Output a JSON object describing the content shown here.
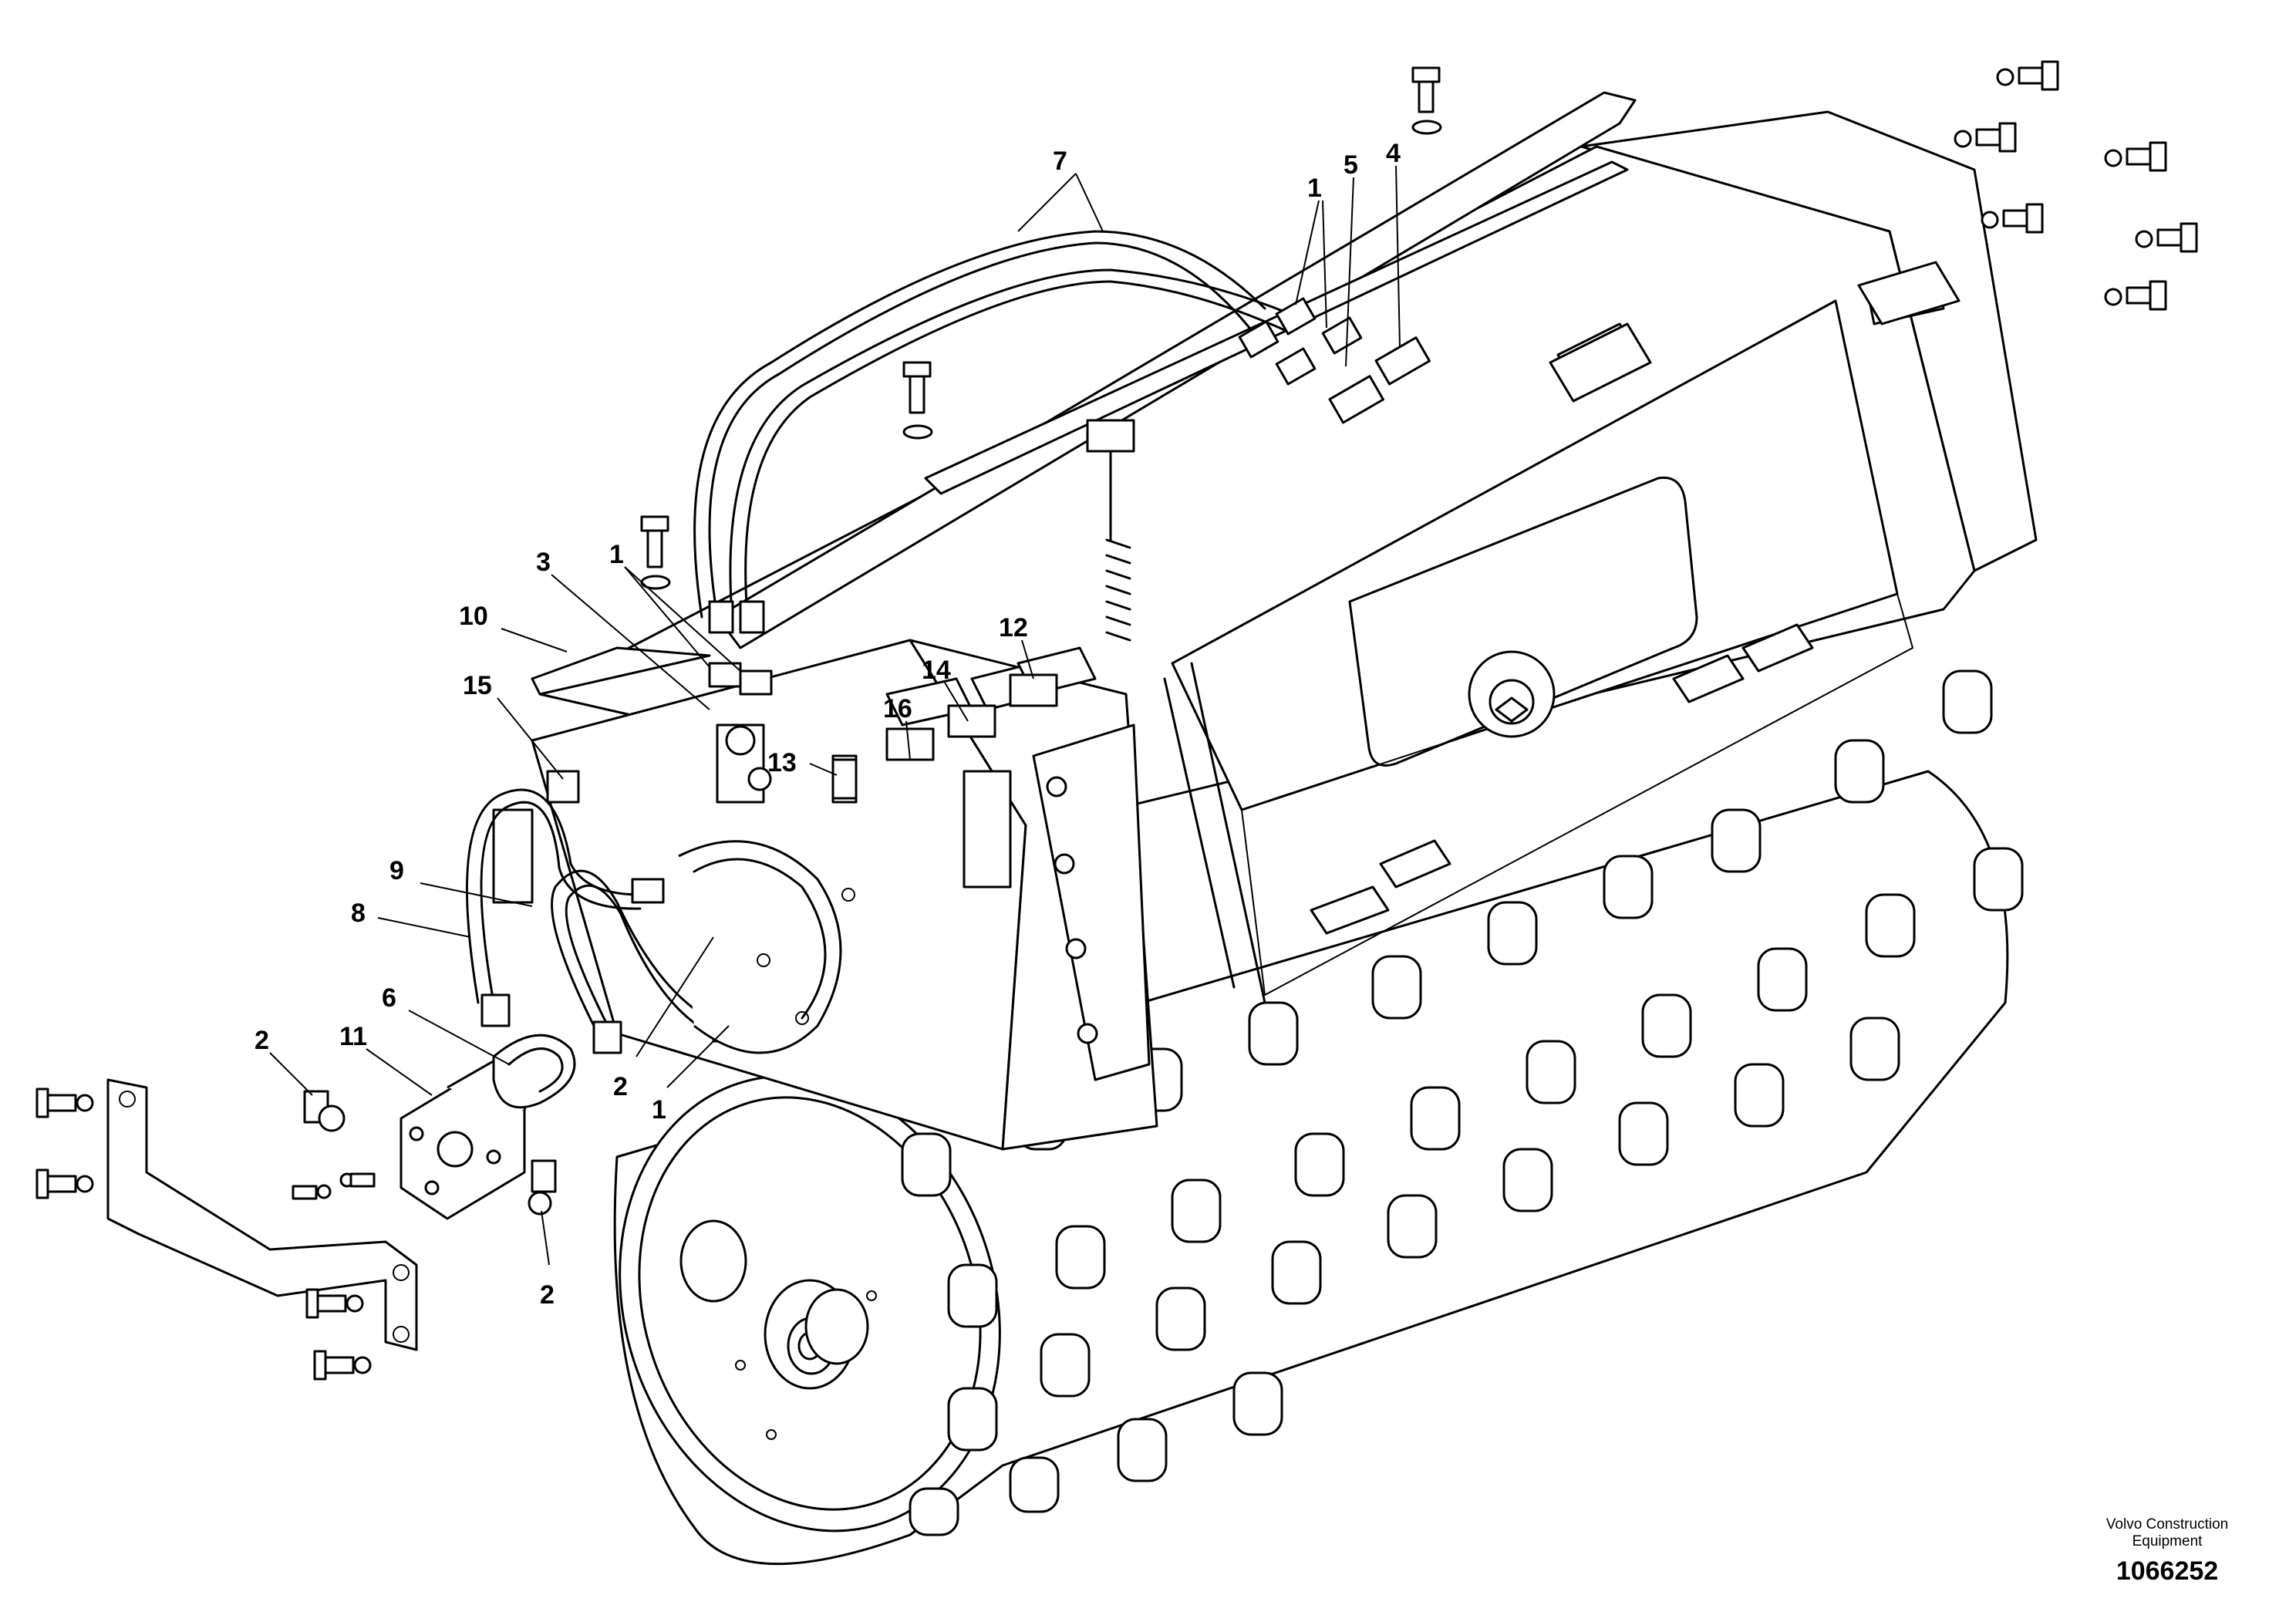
{
  "callouts": [
    {
      "id": "c7",
      "text": "7"
    },
    {
      "id": "c1a",
      "text": "1"
    },
    {
      "id": "c5",
      "text": "5"
    },
    {
      "id": "c4",
      "text": "4"
    },
    {
      "id": "c3",
      "text": "3"
    },
    {
      "id": "c1b",
      "text": "1"
    },
    {
      "id": "c10",
      "text": "10"
    },
    {
      "id": "c12",
      "text": "12"
    },
    {
      "id": "c14",
      "text": "14"
    },
    {
      "id": "c15",
      "text": "15"
    },
    {
      "id": "c16",
      "text": "16"
    },
    {
      "id": "c13",
      "text": "13"
    },
    {
      "id": "c9",
      "text": "9"
    },
    {
      "id": "c8",
      "text": "8"
    },
    {
      "id": "c6",
      "text": "6"
    },
    {
      "id": "c2a",
      "text": "2"
    },
    {
      "id": "c11",
      "text": "11"
    },
    {
      "id": "c2b",
      "text": "2"
    },
    {
      "id": "c1c",
      "text": "1"
    },
    {
      "id": "c2c",
      "text": "2"
    }
  ],
  "credit": {
    "line1": "Volvo Construction",
    "line2": "Equipment",
    "number": "1066252"
  }
}
